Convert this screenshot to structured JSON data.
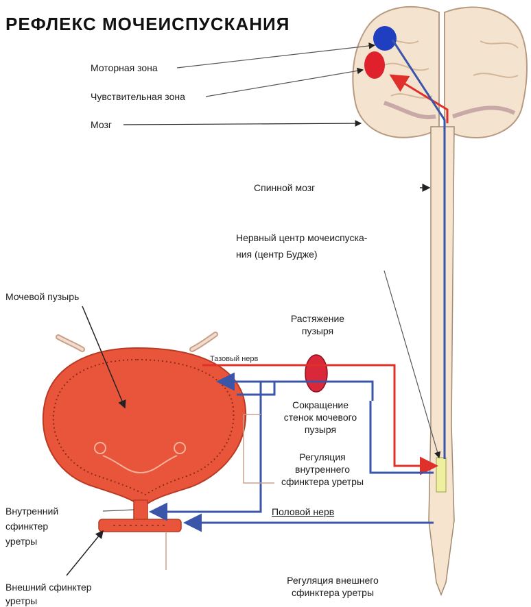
{
  "diagram": {
    "title": "РЕФЛЕКС  МОЧЕИСПУСКАНИЯ",
    "labels": {
      "motor_zone": "Моторная зона",
      "sensory_zone": "Чувствительная зона",
      "brain": "Мозг",
      "spinal_cord": "Спинной мозг",
      "micturition_center_line1": "Нервный центр мочеиспуска-",
      "micturition_center_line2": "ния (центр Будже)",
      "bladder": "Мочевой пузырь",
      "stretch_line1": "Растяжение",
      "stretch_line2": "пузыря",
      "pelvic_nerve": "Тазовый нерв",
      "contraction_line1": "Сокращение",
      "contraction_line2": "стенок мочевого",
      "contraction_line3": "пузыря",
      "internal_reg_line1": "Регуляция",
      "internal_reg_line2": "внутреннего",
      "internal_reg_line3": "сфинктера уретры",
      "pudendal_nerve": "Половой нерв",
      "internal_sphincter_line1": "Внутренний",
      "internal_sphincter_line2": "сфинктер",
      "internal_sphincter_line3": "уретры",
      "external_sphincter_line1": "Внешний сфинктер",
      "external_sphincter_line2": "уретры",
      "external_reg_line1": "Регуляция внешнего",
      "external_reg_line2": "сфинктера уретры"
    },
    "colors": {
      "afferent_red": "#e0302a",
      "efferent_blue": "#3b55a8",
      "bladder_fill": "#e8553a",
      "brain_fill": "#f4e3cf",
      "motor_zone": "#1f3fc0",
      "sensory_zone": "#e0202a"
    }
  }
}
